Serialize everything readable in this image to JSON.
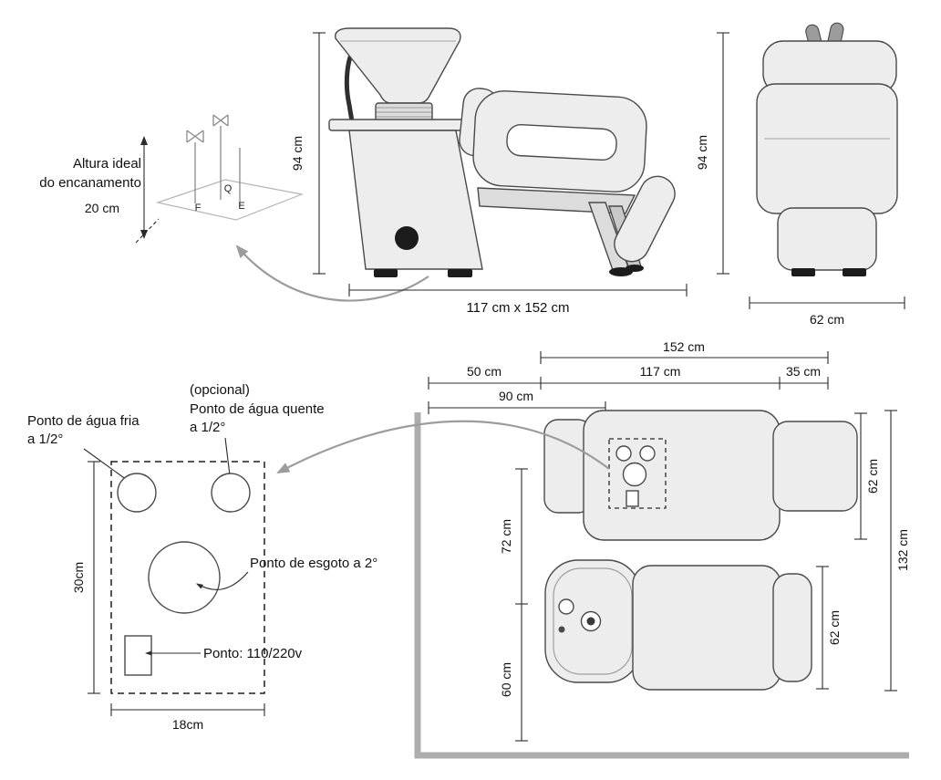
{
  "plumbing_detail": {
    "title_line1": "Altura ideal",
    "title_line2": "do encanamento",
    "height": "20 cm",
    "valve_q": "Q",
    "valve_e": "E",
    "valve_f": "F"
  },
  "side_view": {
    "height": "94 cm",
    "footprint": "117 cm x 152 cm"
  },
  "top_view": {
    "height": "94 cm",
    "width": "62 cm"
  },
  "installation_area": {
    "cold_water_line1": "Ponto de água fria",
    "cold_water_line2": "a 1/2°",
    "optional_note": "(opcional)",
    "hot_water_line1": "Ponto de água quente",
    "hot_water_line2": "a 1/2°",
    "drain_label": "Ponto de esgoto a 2°",
    "power_label": "Ponto: 110/220v",
    "depth": "30cm",
    "width": "18cm"
  },
  "floor_plan": {
    "chair_length": "152 cm",
    "wall_to_chair": "50 cm",
    "body_length": "117 cm",
    "footrest_length": "35 cm",
    "wall_to_point": "90 cm",
    "chairs_gap": "72 cm",
    "chair_to_wall": "60 cm",
    "chair1_width": "62 cm",
    "chair2_width": "62 cm",
    "total_depth": "132 cm"
  }
}
